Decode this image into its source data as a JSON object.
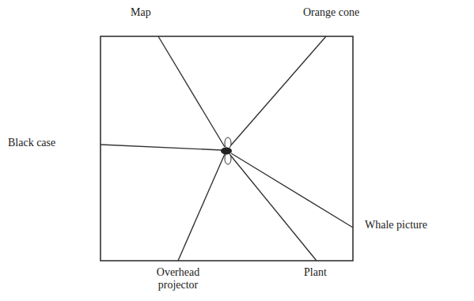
{
  "diagram": {
    "labels": [
      "Map",
      "Orange cone",
      "Black case",
      "Whale picture",
      "Overhead projector",
      "Plant"
    ]
  }
}
